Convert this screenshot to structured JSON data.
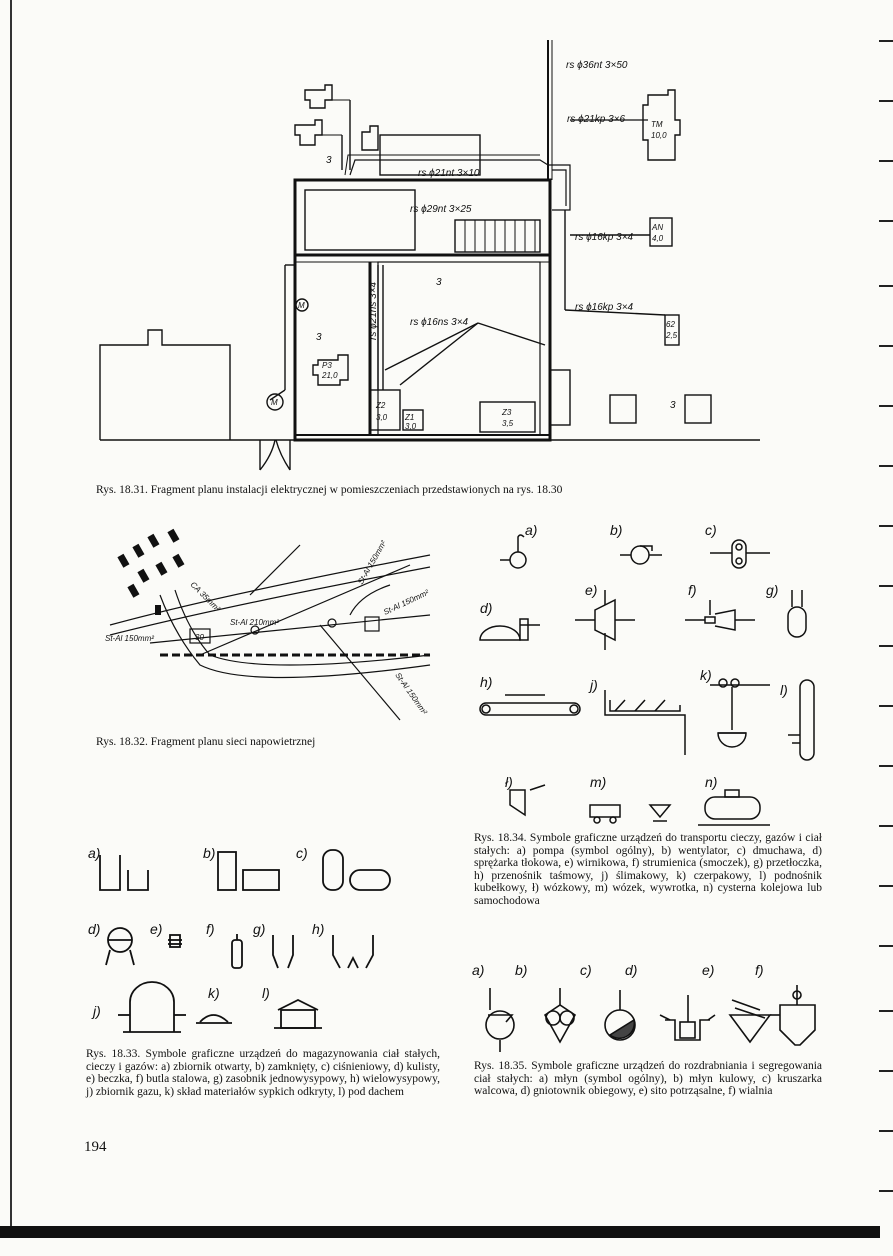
{
  "page": {
    "number": "194"
  },
  "figures": {
    "fig_18_31": {
      "caption": "Rys. 18.31. Fragment planu instalacji elektrycznej w pomieszczeniach przedstawionych na rys. 18.30",
      "labels": {
        "cable_main": "rs ϕ36nt 3×50",
        "cable_tm": "rs ϕ21kp 3×6",
        "cable_1": "rs ϕ21nt 3×10",
        "cable_2": "rs ϕ29nt 3×25",
        "cable_an": "rs ϕ16kp 3×4",
        "cable_62": "rs ϕ16kp 3×4",
        "cable_vert": "rs ϕ21ns 3×4",
        "cable_mid": "rs ϕ16ns 3×4",
        "tm_top": "TM",
        "tm_bot": "10,0",
        "an_top": "AN",
        "an_bot": "4,0",
        "b62_top": "62",
        "b62_bot": "2,5",
        "p3_top": "P3",
        "p3_bot": "21,0",
        "z2_top": "Z2",
        "z2_bot": "3,0",
        "z1_top": "Z1",
        "z1_bot": "3,0",
        "z3_top": "Z3",
        "z3_bot": "3,5",
        "mark3": "3",
        "motor": "M"
      }
    },
    "fig_18_32": {
      "caption": "Rys. 18.32. Fragment planu sieci napowietrznej",
      "labels": {
        "a": "St-Al 150mm²",
        "b": "St-Al 210mm²",
        "c": "St-Al 150mm²",
        "d": "St-Al 150mm²",
        "e": "St-Al 150mm²",
        "f": "CA 35mm²",
        "box": "30"
      }
    },
    "fig_18_33": {
      "caption": "Rys. 18.33. Symbole graficzne urządzeń do magazynowania ciał stałych, cieczy i gazów: a) zbiornik otwarty, b) zamknięty, c) ciśnieniowy, d) kulisty, e) beczka, f) butla stalowa, g) zasobnik jednowysypowy, h) wielowysypowy, j) zbiornik gazu, k) skład materiałów sypkich odkryty, l) pod dachem",
      "letters": [
        "a)",
        "b)",
        "c)",
        "d)",
        "e)",
        "f)",
        "g)",
        "h)",
        "j)",
        "k)",
        "l)"
      ]
    },
    "fig_18_34": {
      "caption": "Rys. 18.34. Symbole graficzne urządzeń do transportu cieczy, gazów i ciał stałych: a) pompa (symbol ogólny), b) wentylator, c) dmuchawa, d) sprężarka tłokowa, e) wirnikowa, f) strumienica (smoczek), g) przetłoczka, h) przenośnik taśmowy, j) ślimakowy, k) czerpakowy, l) podnośnik kubełkowy, ł) wózkowy, m) wózek, wywrotka, n) cysterna kolejowa lub samochodowa",
      "letters": [
        "a)",
        "b)",
        "c)",
        "d)",
        "e)",
        "f)",
        "g)",
        "h)",
        "j)",
        "k)",
        "l)",
        "ł)",
        "m)",
        "n)"
      ]
    },
    "fig_18_35": {
      "caption": "Rys. 18.35. Symbole graficzne urządzeń do rozdrabniania i segregowania ciał stałych: a) młyn (symbol ogólny), b) młyn kulowy, c) kruszarka walcowa, d) gniotownik obiegowy, e) sito potrząsalne, f) wialnia",
      "letters": [
        "a)",
        "b)",
        "c)",
        "d)",
        "e)",
        "f)"
      ]
    }
  }
}
